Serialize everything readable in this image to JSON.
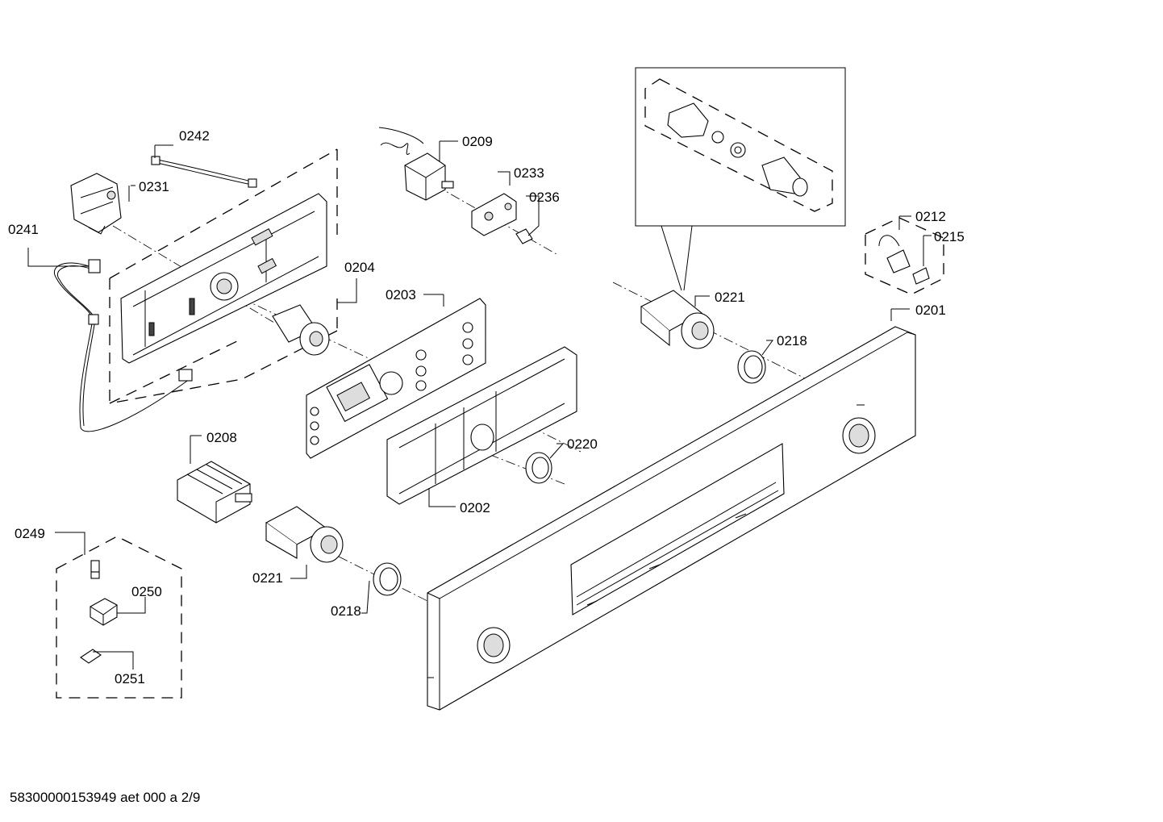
{
  "labels": {
    "l0201": "0201",
    "l0202": "0202",
    "l0203": "0203",
    "l0204": "0204",
    "l0208": "0208",
    "l0209": "0209",
    "l0212": "0212",
    "l0215": "0215",
    "l0218a": "0218",
    "l0218b": "0218",
    "l0220": "0220",
    "l0221a": "0221",
    "l0221b": "0221",
    "l0231": "0231",
    "l0233": "0233",
    "l0236": "0236",
    "l0241": "0241",
    "l0242": "0242",
    "l0249": "0249",
    "l0250": "0250",
    "l0251": "0251"
  },
  "footer": {
    "document_id": "58300000153949 aet 000 a 2/9"
  }
}
